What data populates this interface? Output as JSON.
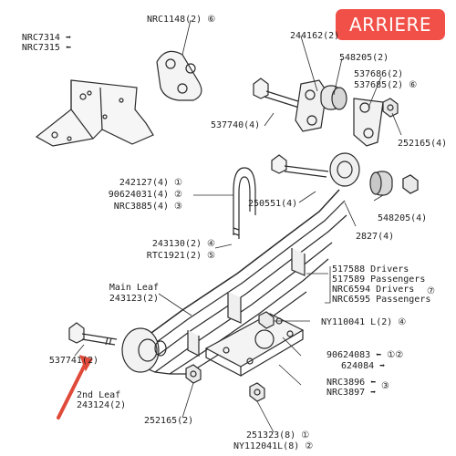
{
  "badge": {
    "label": "ARRIERE",
    "color": "#f05048"
  },
  "labels": {
    "nrc7314": "NRC7314 ➡",
    "nrc7315": "NRC7315 ⬅",
    "nrc1148": "NRC1148(2) ⑥",
    "p244162": "244162(2)",
    "p548205a": "548205(2)",
    "p537686": "537686(2)",
    "p537685": "537685(2) ⑥",
    "p537740": "537740(4)",
    "p252165a": "252165(4)",
    "p242127": "242127(4) ①",
    "p90624031": "90624031(4) ②",
    "nrc3885": "NRC3885(4) ③",
    "p250551": "250551(4)",
    "p548205b": "548205(4)",
    "p2827": "2827(4)",
    "p243130": "243130(2) ④",
    "rtc1921": "RTC1921(2) ⑤",
    "main_leaf_1": "Main Leaf",
    "main_leaf_2": "243123(2)",
    "d517588": "517588 Drivers",
    "d517589": "517589 Passengers",
    "dnrc6594": "NRC6594 Drivers",
    "dnrc6595": "NRC6595 Passengers",
    "circle7": "⑦",
    "ny110041": "NY110041 L(2) ④",
    "p537741": "537741(2)",
    "p90624083": "90624083 ⬅ ①②",
    "p624084": "624084 ➡",
    "nrc3896": "NRC3896 ⬅",
    "nrc3897": "NRC3897 ➡",
    "circle3": "③",
    "second_leaf_1": "2nd Leaf",
    "second_leaf_2": "243124(2)",
    "p252165b": "252165(2)",
    "p251323": "251323(8) ①",
    "ny112041": "NY112041L(8) ②"
  },
  "icons": [
    "arrow-right-icon",
    "arrow-left-icon",
    "circled-number-icon",
    "red-pointer-arrow-icon"
  ],
  "colors": {
    "line": "#2a2a2a",
    "pointer": "#e04a3a"
  }
}
